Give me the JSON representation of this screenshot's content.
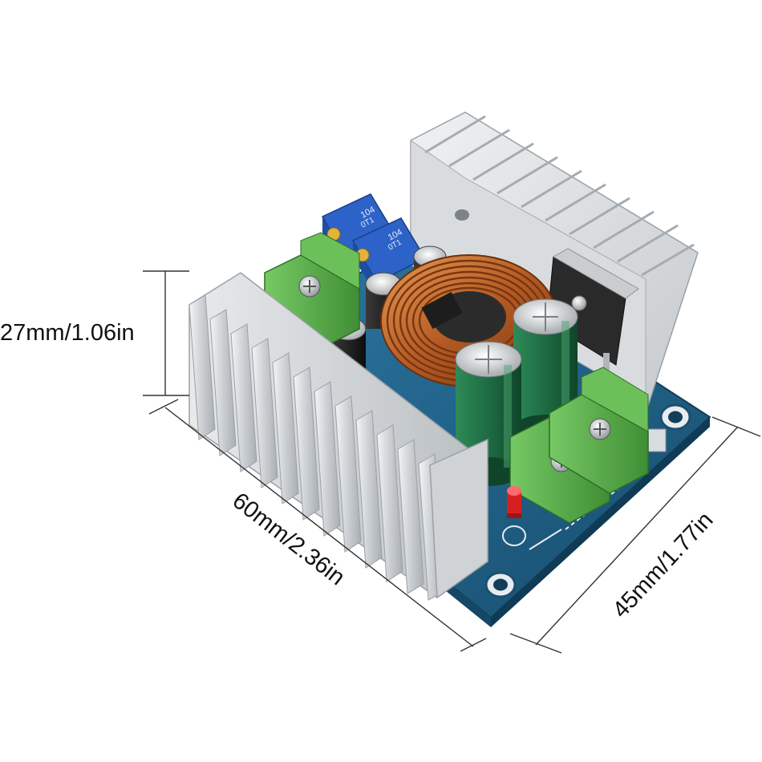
{
  "dimensions": {
    "height_label": "27mm/1.06in",
    "length_label": "60mm/2.36in",
    "width_label": "45mm/1.77in"
  },
  "components": {
    "potentiometer_1_marking": "104",
    "potentiometer_1_code": "0T1",
    "potentiometer_2_marking": "104",
    "potentiometer_2_code": "0T1"
  },
  "colors": {
    "pcb": "#1d5f86",
    "heatsink": "#d7d9dc",
    "terminal": "#5fb24f",
    "potentiometer": "#2d63c8",
    "capacitor": "#1f6d45",
    "copper_coil": "#b45b24",
    "led": "#d81f1f"
  }
}
